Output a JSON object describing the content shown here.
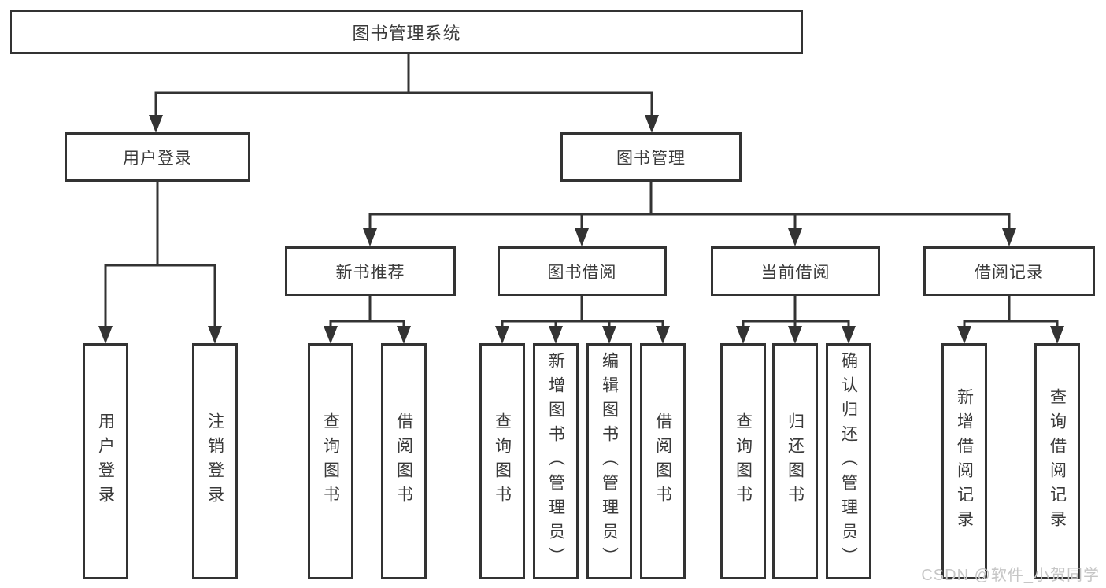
{
  "root": {
    "label": "图书管理系统"
  },
  "branches": {
    "user_login": {
      "label": "用户登录",
      "children": [
        {
          "label": "用户登录"
        },
        {
          "label": "注销登录"
        }
      ]
    },
    "book_mgmt": {
      "label": "图书管理",
      "children": [
        {
          "label": "新书推荐",
          "children": [
            {
              "label": "查询图书"
            },
            {
              "label": "借阅图书"
            }
          ]
        },
        {
          "label": "图书借阅",
          "children": [
            {
              "label": "查询图书"
            },
            {
              "label": "新增图书（管理员）"
            },
            {
              "label": "编辑图书（管理员）"
            },
            {
              "label": "借阅图书"
            }
          ]
        },
        {
          "label": "当前借阅",
          "children": [
            {
              "label": "查询图书"
            },
            {
              "label": "归还图书"
            },
            {
              "label": "确认归还（管理员）"
            }
          ]
        },
        {
          "label": "借阅记录",
          "children": [
            {
              "label": "新增借阅记录"
            },
            {
              "label": "查询借阅记录"
            }
          ]
        }
      ]
    }
  },
  "watermark": {
    "text": "CSDN @软件_小贺同学"
  },
  "colors": {
    "line": "#333333",
    "text": "#3a3a3a",
    "box_background": "#ffffff",
    "page_background": "#ffffff",
    "watermark": "#c6c6c6"
  }
}
